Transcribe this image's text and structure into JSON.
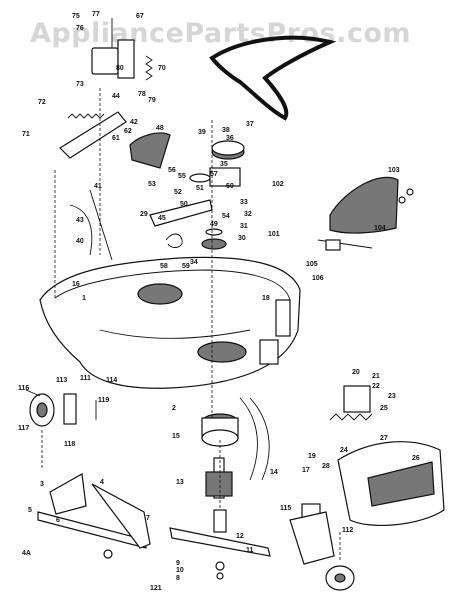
{
  "watermark": "AppliancePartsPros.com",
  "callouts": [
    "1",
    "2",
    "3",
    "4",
    "4A",
    "5",
    "6",
    "7",
    "8",
    "9",
    "10",
    "11",
    "12",
    "13",
    "14",
    "15",
    "16",
    "17",
    "18",
    "19",
    "20",
    "21",
    "22",
    "23",
    "24",
    "25",
    "26",
    "27",
    "28",
    "29",
    "30",
    "31",
    "32",
    "33",
    "34",
    "35",
    "36",
    "37",
    "38",
    "39",
    "40",
    "41",
    "42",
    "43",
    "44",
    "45",
    "48",
    "49",
    "50",
    "51",
    "52",
    "53",
    "54",
    "55",
    "56",
    "57",
    "58",
    "59",
    "60",
    "61",
    "62",
    "67",
    "70",
    "71",
    "72",
    "73",
    "75",
    "76",
    "77",
    "78",
    "79",
    "80",
    "101",
    "102",
    "103",
    "104",
    "105",
    "106",
    "111",
    "112",
    "113",
    "114",
    "115",
    "116",
    "117",
    "118",
    "119",
    "121"
  ]
}
